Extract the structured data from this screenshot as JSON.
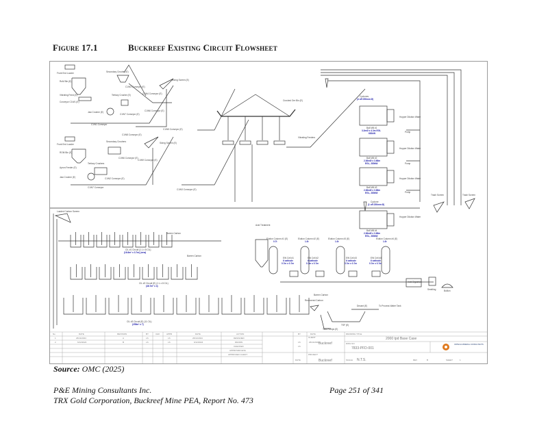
{
  "figure": {
    "number": "Figure 17.1",
    "title": "Buckreef Existing Circuit Flowsheet"
  },
  "flowsheet": {
    "crushing_top": {
      "front_end_loader": "Front End Loader",
      "rom_bin": "RoM Bin (E)",
      "vibrating_feed": "Vibrating Feed (E)",
      "conveyor_c1": "Conveyor C1W1 (E)",
      "jaw_crusher": "Jaw Crusher (E)",
      "secondary_crusher": "Secondary Crusher (E)",
      "tertiary_crusher": "Tertiary Crusher (E)",
      "c1w3_conveyor": "C1W3 Conveyor (E)",
      "c1w7_conveyor": "C1W7 Conveyor (E)",
      "c1w4_conveyor": "C1W4 Conveyor (E)",
      "c1w6_conveyor": "C1W6 Conveyor (E)",
      "c1w1_conveyor": "C1W1 Conveyor",
      "sizing_screen": "Sizing Screen (E)",
      "c1w5_conveyor": "C1W5 Conveyor (E)"
    },
    "crushing_bottom": {
      "front_end_loader": "Front End Loader",
      "rom_bin": "ROM Bin (E)",
      "apron_feeder": "Apron Feeder (E)",
      "jaw_crusher": "Jaw Crusher (E)",
      "secondary_crushers": "Secondary Crushers",
      "tertiary_crushers": "Tertiary Crushers",
      "c1w8_conveyor": "C1W8 Conveyor (E)",
      "c1w9_conveyor": "C1W9 Conveyor (E)",
      "c1w6_conveyor": "C1W6 Conveyor (E)",
      "c1w7_conveyor": "C1W7 Conveyor",
      "c1w2_conveyor": "C1W2 Conveyor (E)",
      "c1w3_conveyor": "C1W3 Conveyor (E)",
      "sizing_screen": "Sizing Screen (E)"
    },
    "bin": {
      "crushed_ore_bin": "Crushed Ore Bin (E)",
      "vibrating_feeders": "Vibrating Feeders"
    },
    "mills": [
      {
        "name": "Ball Mill #1",
        "spec1": "3.2mØ x 4.3m EGL",
        "spec2": "630kW"
      },
      {
        "name": "Ball Mill #2",
        "spec1": "2.36mØ x 3.66m",
        "spec2": "EGL, 280kW"
      },
      {
        "name": "Ball Mill #3",
        "spec1": "2.36mØ x 3.66m",
        "spec2": "EGL, 280kW"
      },
      {
        "name": "Ball Mill #4",
        "spec1": "2.36mØ x 3.66m",
        "spec2": "EGL, 280kW"
      }
    ],
    "cyclones_top": {
      "name": "Cyclones",
      "spec": "(4 off 250mm Ø)"
    },
    "cyclones_bottom": {
      "name": "Cyclone",
      "spec": "(1 off 250mm Ø)"
    },
    "hopper_dilution_water": "Hopper Dilution Water",
    "pump": "Pump",
    "trash_screen": "Trash Screen",
    "cil": {
      "loaded_carbon_screen": "Loaded Carbon Screen",
      "barren_carbon": "Barren Carbon",
      "circuit1": "CIL #1 Circuit (1 L x 8 CIL)",
      "circuit1_spec": "(16.6m³ x 3.7m) (new)",
      "circuit2": "CIL #2 Circuit (E) (1 L x 8 CIL)",
      "circuit2_spec": "(46.7m³ x 4)",
      "circuit3": "CIL #3 Circuit (E) (11 CIL)",
      "circuit3_spec": "(255m³ x 7)"
    },
    "elution": {
      "acid_treatment": "Acid Treatment",
      "columns": [
        {
          "name": "Elution Column #1 (E)",
          "spec": "0.7t"
        },
        {
          "name": "Elution Column #2 (E)",
          "spec": "1.0t"
        },
        {
          "name": "Elution Column #3 (E)",
          "spec": "1.0t"
        },
        {
          "name": "Elution Column #4 (E)",
          "spec": "1.0t"
        }
      ],
      "ew_cells": [
        {
          "name": "EW Cell #1",
          "spec1": "6 cathode",
          "spec2": "0.7m x 0.7m"
        },
        {
          "name": "EW Cell #2",
          "spec1": "6 cathode",
          "spec2": "0.7m x 0.7m"
        },
        {
          "name": "EW Cell #3",
          "spec1": "6 cathode",
          "spec2": "0.7m x 0.7m"
        },
        {
          "name": "EW Cell #4",
          "spec1": "6 cathode",
          "spec2": "0.7m x 0.7m"
        }
      ],
      "acid_digestion": "Acid Digestion",
      "smelting": "Smelting",
      "bullion": "Bullion"
    },
    "tailings": {
      "recovered_carbon": "Recovered Carbon",
      "tails_pumps": "Tails Pumps (E)",
      "tsf": "TSF (E)",
      "decant": "Decant (E)",
      "to_process_water": "To Process Water Tank"
    }
  },
  "title_block": {
    "revision_headers": [
      "No",
      "DATE",
      "REVISION",
      "BY",
      "CHK",
      "APPR",
      "DATE",
      "ACTION",
      "",
      "BY",
      "DATE"
    ],
    "revisions": [
      {
        "no": "1",
        "date": "26/11/2024",
        "revision": "A",
        "by": "LS",
        "appr": "LS",
        "date2": "26/11/2024",
        "action": "DESIGNED"
      },
      {
        "no": "2",
        "date": "6/12/2024",
        "revision": "B",
        "by": "LS",
        "appr": "LS",
        "date2": "6/12/2024",
        "action": "DRAWN",
        "action_by": "LS",
        "action_date": "26/11/2024"
      }
    ],
    "actions": [
      "DESIGNED",
      "DRAWN",
      "CHECKED",
      "APPROVED ENG",
      "APPROVED CLIENT"
    ],
    "checked_by": "LS",
    "client_label": "CLIENT",
    "client": "Buckreef",
    "project_label": "PROJECT",
    "project": "Buckreef",
    "drawing_title_label": "DRAWING TITLE",
    "drawing_title": "2000 tpd Base Case",
    "dwg_no_label": "DWG NO",
    "dwg_no": "7833-PFD-001",
    "scale_label": "SCALE",
    "scale": "N.T.S.",
    "rev_label": "REV",
    "rev": "B",
    "sheet_label": "SHEET",
    "sheet": "1",
    "date_label": "DATE",
    "company": "ORTECH MINERAL CONSULTANTS"
  },
  "source": {
    "label": "Source:",
    "text": "OMC (2025)"
  },
  "footer": {
    "line1": "P&E Mining Consultants Inc.",
    "line2": "TRX Gold Corporation, Buckreef Mine PEA, Report No. 473",
    "page": "Page 251 of 341"
  },
  "colors": {
    "accent_blue": "#1a1aa8",
    "logo_orange": "#e07b20",
    "logo_navy": "#1f3a6e"
  }
}
